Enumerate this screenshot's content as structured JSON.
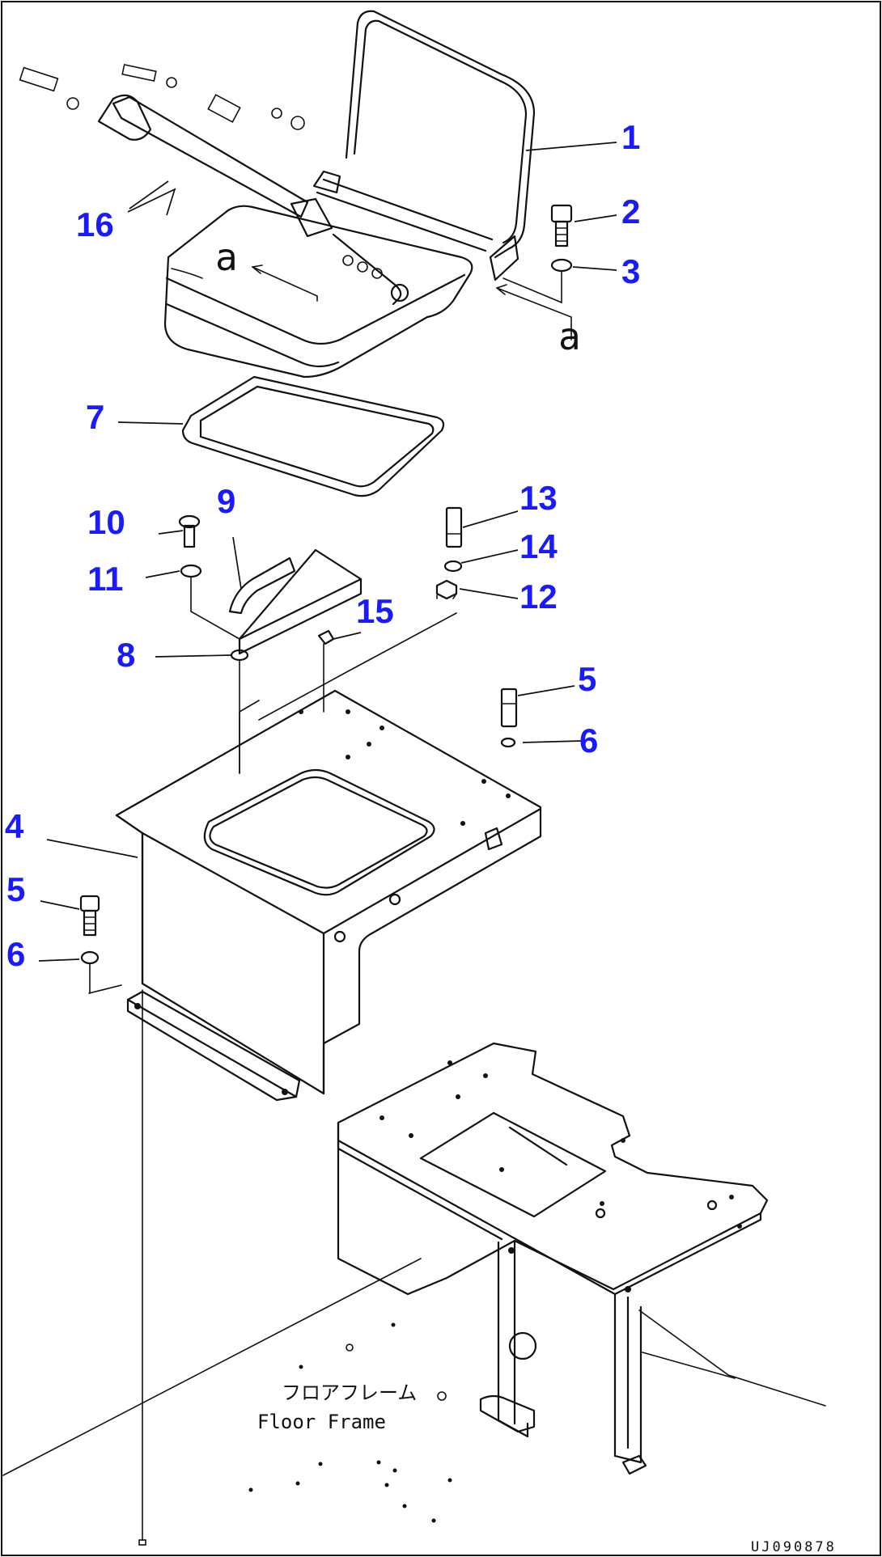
{
  "diagram": {
    "part_numbers": [
      "1",
      "2",
      "3",
      "4",
      "5",
      "6",
      "7",
      "8",
      "9",
      "10",
      "11",
      "12",
      "13",
      "14",
      "15",
      "16"
    ],
    "reference_marks": {
      "a1": "a",
      "a2": "a"
    },
    "floor_frame_label_jp": "フロアフレーム",
    "floor_frame_label_en": "Floor Frame",
    "drawing_code": "UJ090878",
    "callout_color": "#1a1aff"
  }
}
